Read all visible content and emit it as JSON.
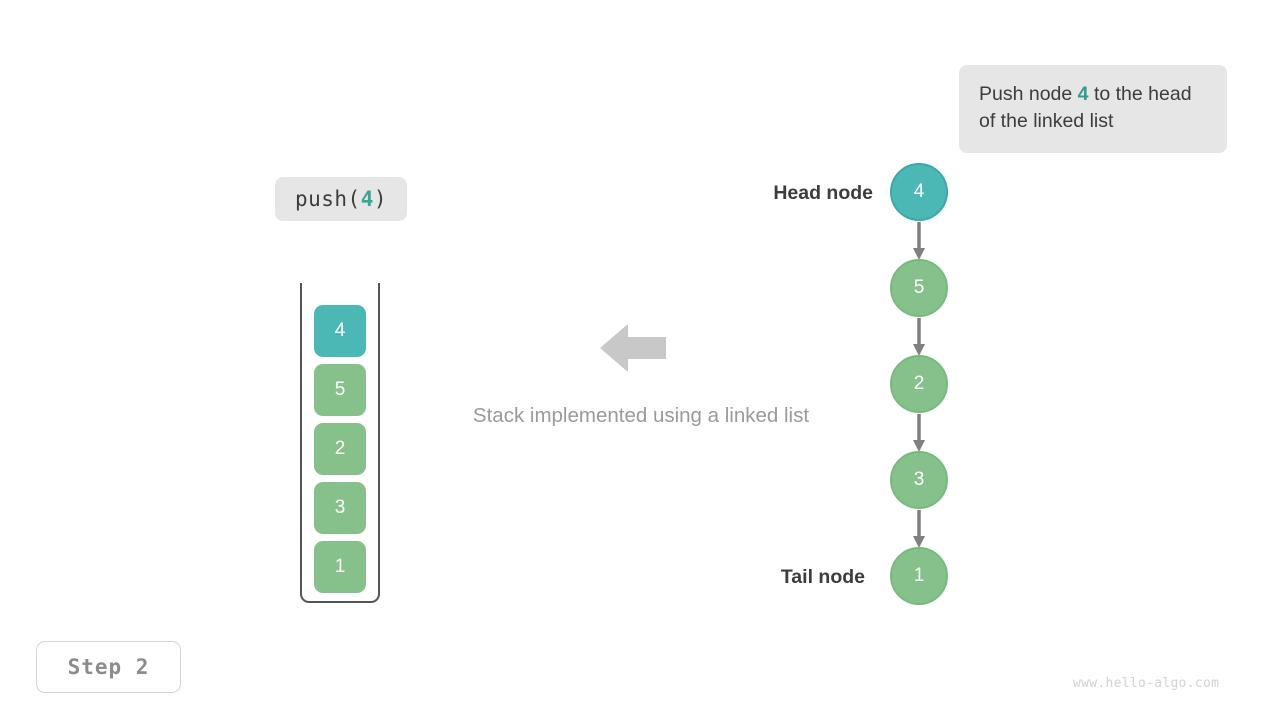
{
  "page": {
    "background": "#ffffff",
    "watermark": "www.hello-algo.com"
  },
  "colors": {
    "accent_teal": "#4cb8b5",
    "accent_teal_text": "#2e9e8f",
    "node_green": "#86c08a",
    "node_green_ring": "#7ab97e",
    "arrow_gray": "#808080",
    "big_arrow_gray": "#c8c8c8",
    "box_gray": "#e6e6e6",
    "text_dark": "#3c3c3c",
    "text_muted": "#9a9a9a",
    "wall_gray": "#555555"
  },
  "callout": {
    "name": "push-description",
    "text_before": "Push node ",
    "accent_value": "4",
    "text_after": " to the head of the linked list"
  },
  "push_label": {
    "prefix": "push(",
    "value": "4",
    "suffix": ")"
  },
  "caption": "Stack implemented using a linked list",
  "step_badge": "Step 2",
  "big_arrow": {
    "direction": "left",
    "color": "#c8c8c8"
  },
  "stack": {
    "title": "stack-container",
    "orientation": "vertical-top-open",
    "cells": [
      {
        "value": "4",
        "color": "#4cb8b5",
        "highlighted": true
      },
      {
        "value": "5",
        "color": "#86c08a",
        "highlighted": false
      },
      {
        "value": "2",
        "color": "#86c08a",
        "highlighted": false
      },
      {
        "value": "3",
        "color": "#86c08a",
        "highlighted": false
      },
      {
        "value": "1",
        "color": "#86c08a",
        "highlighted": false
      }
    ]
  },
  "linked_list": {
    "head_label": "Head node",
    "tail_label": "Tail node",
    "nodes": [
      {
        "value": "4",
        "fill": "#4cb8b5",
        "ring": "#38aaa8",
        "highlighted": true
      },
      {
        "value": "5",
        "fill": "#86c08a",
        "ring": "#7ab97e",
        "highlighted": false
      },
      {
        "value": "2",
        "fill": "#86c08a",
        "ring": "#7ab97e",
        "highlighted": false
      },
      {
        "value": "3",
        "fill": "#86c08a",
        "ring": "#7ab97e",
        "highlighted": false
      },
      {
        "value": "1",
        "fill": "#86c08a",
        "ring": "#7ab97e",
        "highlighted": false
      }
    ]
  }
}
